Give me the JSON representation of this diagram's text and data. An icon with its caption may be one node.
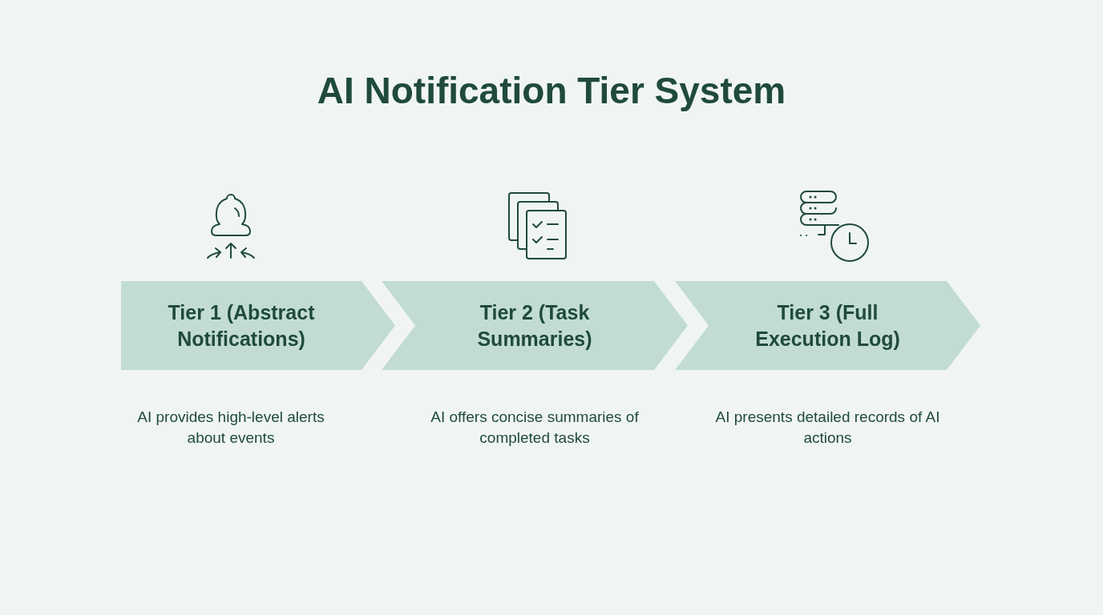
{
  "diagram": {
    "title": "AI Notification Tier System",
    "nodes": [
      {
        "text": [
          "Tier 1 (Abstract Notifications)"
        ],
        "beside": [
          "AI provides high-level alerts about events"
        ]
      },
      {
        "text": [
          "Tier 2 (Task Summaries)"
        ],
        "beside": [
          "AI offers concise summaries of completed tasks"
        ]
      },
      {
        "text": [
          "Tier 3 (Full Execution Log)"
        ],
        "beside": [
          "AI presents detailed records of AI actions"
        ]
      }
    ]
  }
}
